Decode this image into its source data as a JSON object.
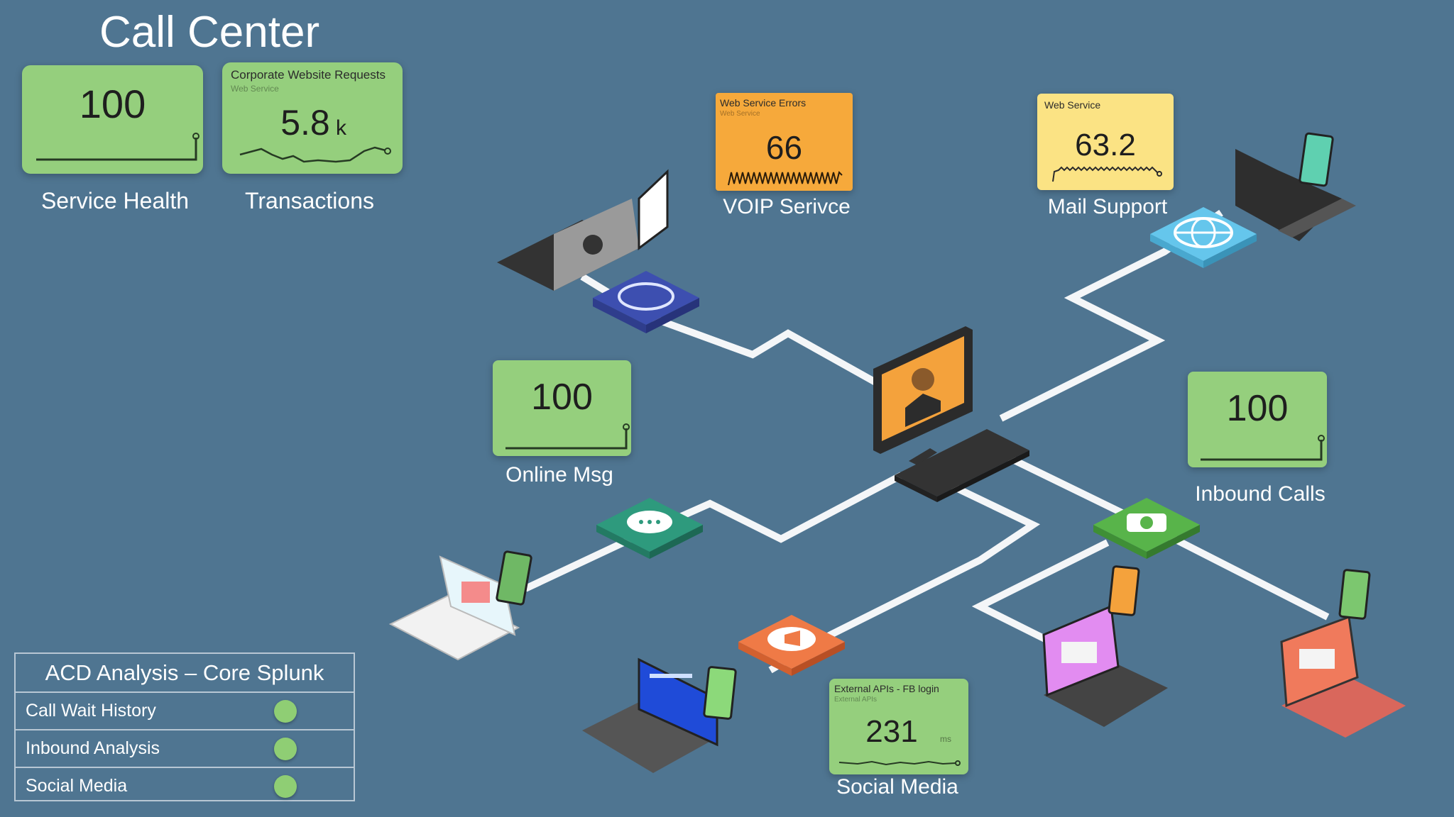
{
  "page": {
    "title": "Call Center"
  },
  "tiles": {
    "service_health": {
      "value": "100",
      "label": "Service Health"
    },
    "transactions": {
      "header": "Corporate Website Requests",
      "subheader": "Web Service",
      "value": "5.8",
      "unit": "k",
      "label": "Transactions"
    },
    "voip": {
      "header": "Web Service Errors",
      "subheader": "Web Service",
      "value": "66",
      "label": "VOIP Serivce"
    },
    "mail": {
      "header": "Web Service",
      "value": "63.2",
      "label": "Mail Support"
    },
    "online_msg": {
      "value": "100",
      "label": "Online Msg"
    },
    "inbound_calls": {
      "value": "100",
      "label": "Inbound Calls"
    },
    "social_media": {
      "header": "External APIs - FB login",
      "subheader": "External APIs",
      "value": "231",
      "unit": "ms",
      "label": "Social Media"
    }
  },
  "acd_panel": {
    "title": "ACD Analysis – Core Splunk",
    "rows": [
      {
        "label": "Call Wait History",
        "status": "ok"
      },
      {
        "label": "Inbound Analysis",
        "status": "ok"
      },
      {
        "label": "Social Media",
        "status": "ok"
      }
    ]
  },
  "colors": {
    "background": "#4f7591",
    "tile_green": "#95cf7d",
    "tile_orange": "#f6a93b",
    "tile_yellow": "#fbe384",
    "status_ok": "#8fce74"
  },
  "icons": [
    "support-headset-icon",
    "globe-icon",
    "chat-bubble-icon",
    "phone-icon",
    "megaphone-icon",
    "agent-monitor-icon",
    "keyboard-icon",
    "laptop-icon",
    "tablet-icon"
  ]
}
